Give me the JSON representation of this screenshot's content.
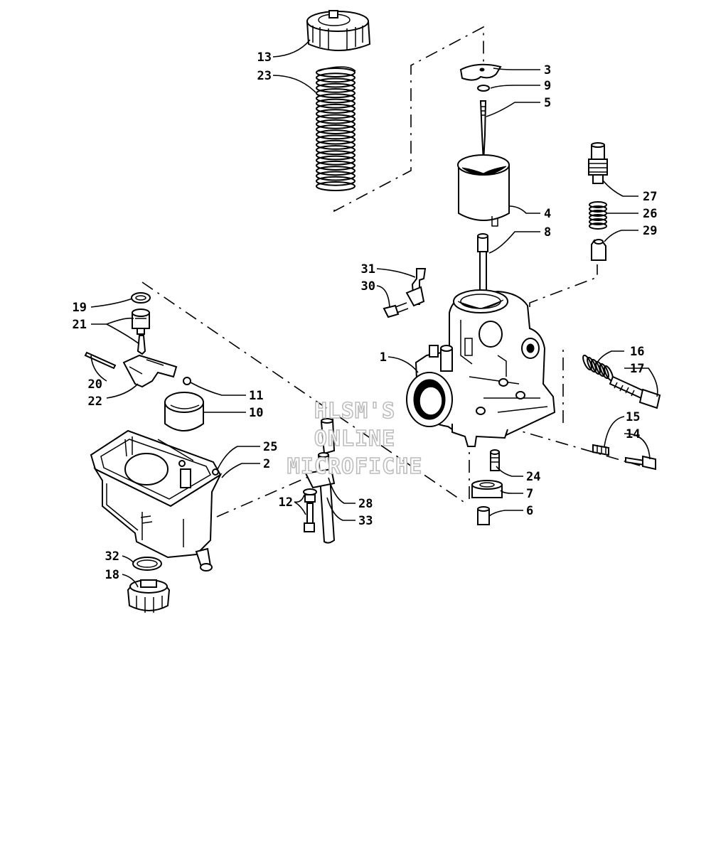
{
  "watermark": {
    "lines": [
      "HLSM'S",
      "ONLINE",
      "MICROFICHE"
    ]
  },
  "callouts": [
    {
      "id": "c1",
      "label": "1"
    },
    {
      "id": "c2",
      "label": "2"
    },
    {
      "id": "c3",
      "label": "3"
    },
    {
      "id": "c4",
      "label": "4"
    },
    {
      "id": "c5",
      "label": "5"
    },
    {
      "id": "c6",
      "label": "6"
    },
    {
      "id": "c7",
      "label": "7"
    },
    {
      "id": "c8",
      "label": "8"
    },
    {
      "id": "c9",
      "label": "9"
    },
    {
      "id": "c10",
      "label": "10"
    },
    {
      "id": "c11",
      "label": "11"
    },
    {
      "id": "c12",
      "label": "12"
    },
    {
      "id": "c13",
      "label": "13"
    },
    {
      "id": "c14",
      "label": "14"
    },
    {
      "id": "c15",
      "label": "15"
    },
    {
      "id": "c16",
      "label": "16"
    },
    {
      "id": "c17",
      "label": "17"
    },
    {
      "id": "c18",
      "label": "18"
    },
    {
      "id": "c19",
      "label": "19"
    },
    {
      "id": "c20",
      "label": "20"
    },
    {
      "id": "c21",
      "label": "21"
    },
    {
      "id": "c22",
      "label": "22"
    },
    {
      "id": "c23",
      "label": "23"
    },
    {
      "id": "c24",
      "label": "24"
    },
    {
      "id": "c25",
      "label": "25"
    },
    {
      "id": "c26",
      "label": "26"
    },
    {
      "id": "c27",
      "label": "27"
    },
    {
      "id": "c28",
      "label": "28"
    },
    {
      "id": "c29",
      "label": "29"
    },
    {
      "id": "c30",
      "label": "30"
    },
    {
      "id": "c31",
      "label": "31"
    },
    {
      "id": "c32",
      "label": "32"
    },
    {
      "id": "c33",
      "label": "33"
    }
  ]
}
